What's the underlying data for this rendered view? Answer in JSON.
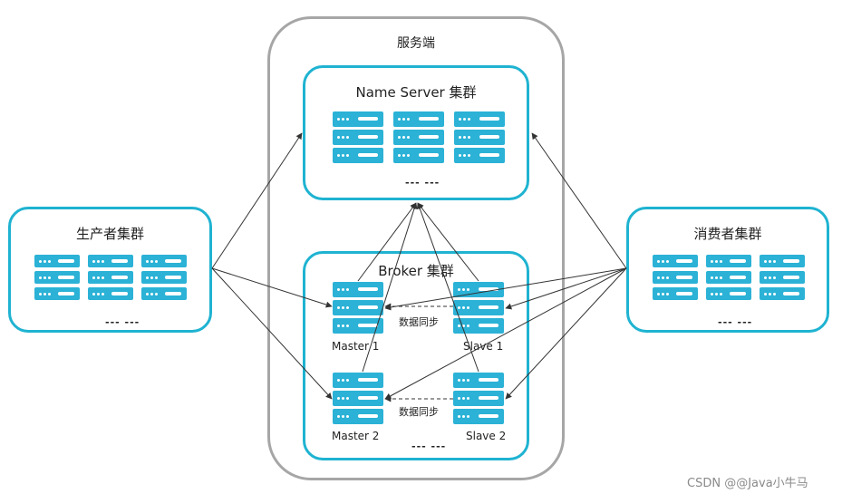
{
  "server_side": {
    "label": "服务端"
  },
  "name_server": {
    "label": "Name Server 集群",
    "more": "--- ---"
  },
  "broker": {
    "label": "Broker 集群",
    "more": "--- ---",
    "master1": "Master 1",
    "slave1": "Slave 1",
    "master2": "Master 2",
    "slave2": "Slave 2",
    "sync1": "数据同步",
    "sync2": "数据同步"
  },
  "producer": {
    "label": "生产者集群",
    "more": "--- ---"
  },
  "consumer": {
    "label": "消费者集群",
    "more": "--- ---"
  },
  "watermark": "CSDN @@Java小牛马",
  "colors": {
    "cluster_border": "#1fb3d1",
    "server_icon": "#2bb2d6",
    "outer_border": "#a6a6a6",
    "edge": "#333333"
  }
}
